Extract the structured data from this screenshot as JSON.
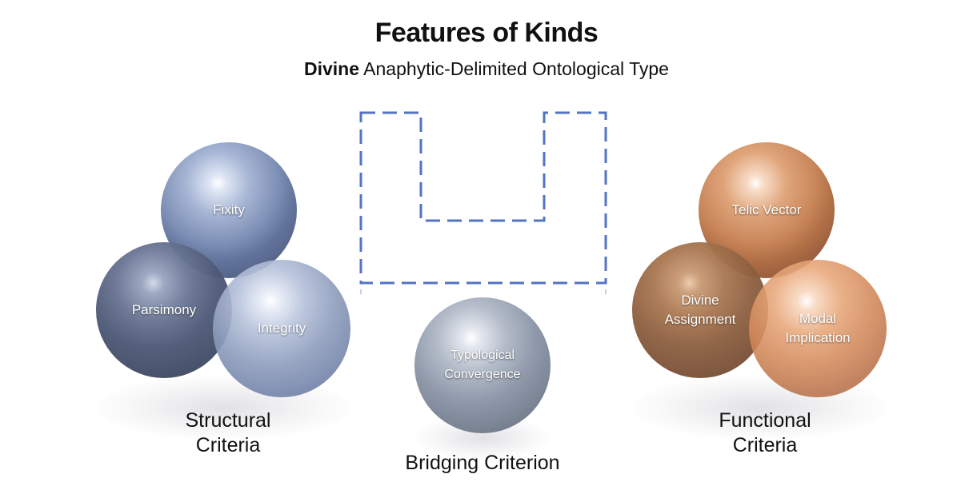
{
  "title": "Features of Kinds",
  "subtitle": {
    "bold": "Divine",
    "rest": " Anaphytic-Delimited Ontological Type"
  },
  "structural": {
    "label": "Structural\nCriteria",
    "color": "#7e90b6",
    "spheres": [
      "Fixity",
      "Parsimony",
      "Integrity"
    ]
  },
  "bridging": {
    "label": "Bridging Criterion",
    "color": "#8f99aa",
    "sphere": "Typological\nConvergence"
  },
  "functional": {
    "label": "Functional\nCriteria",
    "color": "#c9865a",
    "spheres": [
      "Telic Vector",
      "Divine\nAssignment",
      "Modal\nImplication"
    ]
  },
  "bracket": {
    "color": "#4a6cc0",
    "style": "dashed"
  }
}
